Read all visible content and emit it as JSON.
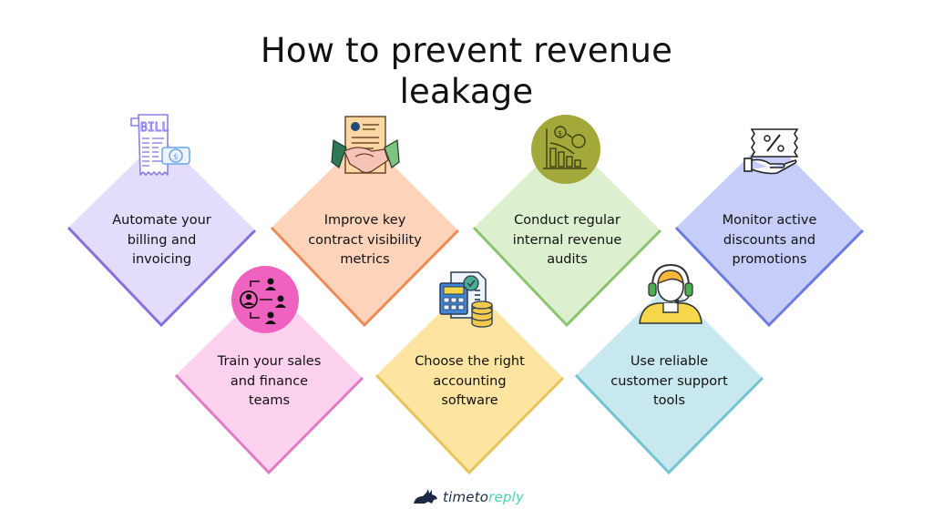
{
  "title": {
    "line1": "How to prevent revenue",
    "line2": "leakage"
  },
  "cards": [
    {
      "id": "automate-billing",
      "lines": [
        "Automate your",
        "billing and",
        "invoicing"
      ],
      "fill": "#e4dcfb",
      "edge": "#8a6fdc",
      "icon": "bill-receipt-icon"
    },
    {
      "id": "contract-visibility",
      "lines": [
        "Improve key",
        "contract visibility",
        "metrics"
      ],
      "fill": "#fdd3b9",
      "edge": "#ec8a57",
      "icon": "handshake-contract-icon"
    },
    {
      "id": "revenue-audits",
      "lines": [
        "Conduct regular",
        "internal revenue",
        "audits"
      ],
      "fill": "#dcefcf",
      "edge": "#8cc46e",
      "icon": "declining-chart-audit-icon"
    },
    {
      "id": "discounts-promotions",
      "lines": [
        "Monitor active",
        "discounts and",
        "promotions"
      ],
      "fill": "#c6cdf8",
      "edge": "#6b7be0",
      "icon": "discount-coupon-hand-icon"
    },
    {
      "id": "train-teams",
      "lines": [
        "Train your sales",
        "and finance",
        "teams"
      ],
      "fill": "#fcd2ee",
      "edge": "#e07cc3",
      "icon": "team-training-icon"
    },
    {
      "id": "accounting-software",
      "lines": [
        "Choose the right",
        "accounting",
        "software"
      ],
      "fill": "#fde4a0",
      "edge": "#e7c45a",
      "icon": "calculator-coins-icon"
    },
    {
      "id": "support-tools",
      "lines": [
        "Use reliable",
        "customer support",
        "tools"
      ],
      "fill": "#c8e8ef",
      "edge": "#73c4d0",
      "icon": "support-agent-headset-icon"
    }
  ],
  "icon_colors": {
    "bill": "#8b7fe6",
    "audit_circle": "#a3a83a",
    "team_circle": "#f062c0",
    "handshake_green_dark": "#2f7a55",
    "handshake_green_light": "#7cc47f",
    "calculator_blue": "#3f86d6",
    "coins_yellow": "#f3c94b",
    "headset_green": "#4caf50"
  },
  "footer": {
    "brand_part1": "timeto",
    "brand_part2": "reply",
    "logo_icon": "rabbit-logo-icon"
  }
}
